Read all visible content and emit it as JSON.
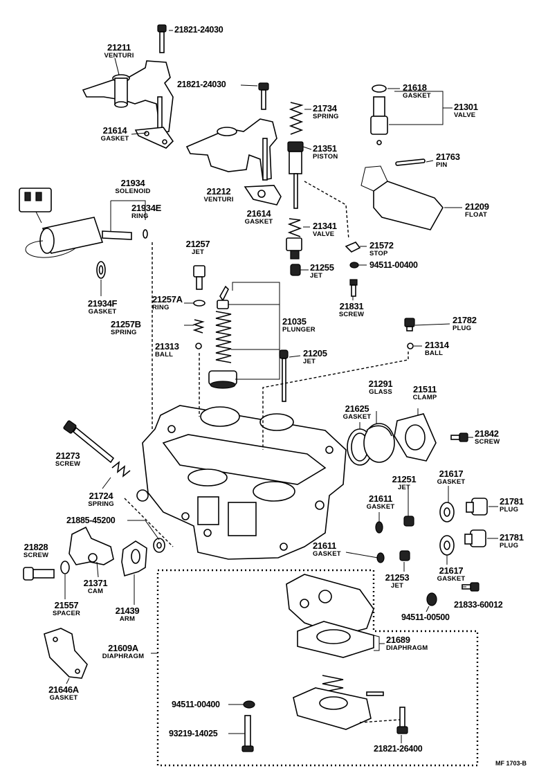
{
  "labels": [
    {
      "id": "l1",
      "num": "21821-24030",
      "desc": ""
    },
    {
      "id": "l2",
      "num": "21211",
      "desc": "VENTURI"
    },
    {
      "id": "l3",
      "num": "21821-24030",
      "desc": ""
    },
    {
      "id": "l4",
      "num": "21734",
      "desc": "SPRING"
    },
    {
      "id": "l5",
      "num": "21618",
      "desc": "GASKET"
    },
    {
      "id": "l6",
      "num": "21301",
      "desc": "VALVE"
    },
    {
      "id": "l7",
      "num": "21614",
      "desc": "GASKET"
    },
    {
      "id": "l8",
      "num": "21351",
      "desc": "PISTON"
    },
    {
      "id": "l9",
      "num": "21763",
      "desc": "PIN"
    },
    {
      "id": "l10",
      "num": "21934",
      "desc": "SOLENOID"
    },
    {
      "id": "l11",
      "num": "21212",
      "desc": "VENTURI"
    },
    {
      "id": "l12",
      "num": "21209",
      "desc": "FLOAT"
    },
    {
      "id": "l13",
      "num": "21934E",
      "desc": "RING"
    },
    {
      "id": "l14",
      "num": "21614",
      "desc": "GASKET"
    },
    {
      "id": "l15",
      "num": "21341",
      "desc": "VALVE"
    },
    {
      "id": "l16",
      "num": "21257",
      "desc": "JET"
    },
    {
      "id": "l17",
      "num": "21572",
      "desc": "STOP"
    },
    {
      "id": "l18",
      "num": "94511-00400",
      "desc": ""
    },
    {
      "id": "l19",
      "num": "21255",
      "desc": "JET"
    },
    {
      "id": "l20",
      "num": "21934F",
      "desc": "GASKET"
    },
    {
      "id": "l21",
      "num": "21257A",
      "desc": "RING"
    },
    {
      "id": "l22",
      "num": "21831",
      "desc": "SCREW"
    },
    {
      "id": "l23",
      "num": "21035",
      "desc": "PLUNGER"
    },
    {
      "id": "l24",
      "num": "21782",
      "desc": "PLUG"
    },
    {
      "id": "l25",
      "num": "21257B",
      "desc": "SPRING"
    },
    {
      "id": "l26",
      "num": "21313",
      "desc": "BALL"
    },
    {
      "id": "l27",
      "num": "21314",
      "desc": "BALL"
    },
    {
      "id": "l28",
      "num": "21205",
      "desc": "JET"
    },
    {
      "id": "l29",
      "num": "21291",
      "desc": "GLASS"
    },
    {
      "id": "l30",
      "num": "21511",
      "desc": "CLAMP"
    },
    {
      "id": "l31",
      "num": "21625",
      "desc": "GASKET"
    },
    {
      "id": "l32",
      "num": "21842",
      "desc": "SCREW"
    },
    {
      "id": "l33",
      "num": "21273",
      "desc": "SCREW"
    },
    {
      "id": "l34",
      "num": "21617",
      "desc": "GASKET"
    },
    {
      "id": "l35",
      "num": "21251",
      "desc": "JET"
    },
    {
      "id": "l36",
      "num": "21724",
      "desc": "SPRING"
    },
    {
      "id": "l37",
      "num": "21611",
      "desc": "GASKET"
    },
    {
      "id": "l38",
      "num": "21781",
      "desc": "PLUG"
    },
    {
      "id": "l39",
      "num": "21885-45200",
      "desc": ""
    },
    {
      "id": "l40",
      "num": "21781",
      "desc": "PLUG"
    },
    {
      "id": "l41",
      "num": "21828",
      "desc": "SCREW"
    },
    {
      "id": "l42",
      "num": "21611",
      "desc": "GASKET"
    },
    {
      "id": "l43",
      "num": "21617",
      "desc": "GASKET"
    },
    {
      "id": "l44",
      "num": "21253",
      "desc": "JET"
    },
    {
      "id": "l45",
      "num": "21371",
      "desc": "CAM"
    },
    {
      "id": "l46",
      "num": "21833-60012",
      "desc": ""
    },
    {
      "id": "l47",
      "num": "21557",
      "desc": "SPACER"
    },
    {
      "id": "l48",
      "num": "21439",
      "desc": "ARM"
    },
    {
      "id": "l49",
      "num": "94511-00500",
      "desc": ""
    },
    {
      "id": "l50",
      "num": "21689",
      "desc": "DIAPHRAGM"
    },
    {
      "id": "l51",
      "num": "21609A",
      "desc": "DIAPHRAGM"
    },
    {
      "id": "l52",
      "num": "21646A",
      "desc": "GASKET"
    },
    {
      "id": "l53",
      "num": "94511-00400",
      "desc": ""
    },
    {
      "id": "l54",
      "num": "93219-14025",
      "desc": ""
    },
    {
      "id": "l55",
      "num": "21821-26400",
      "desc": ""
    }
  ],
  "reference": "MF 1703-B"
}
